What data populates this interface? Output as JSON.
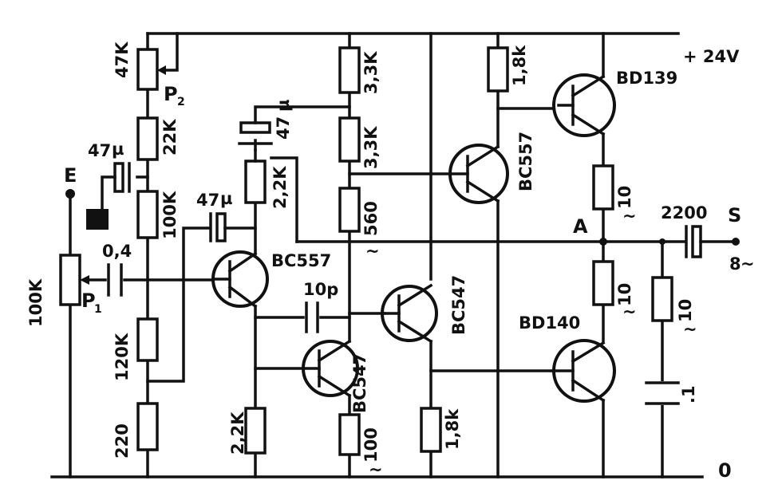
{
  "supply": "+ 24V",
  "ground": "0",
  "input": "E",
  "output": "S",
  "output_impedance": "8",
  "node_a": "A",
  "transistors": {
    "q1": "BC557",
    "q2": "BC547",
    "q3": "BC547",
    "q4": "BC557",
    "q5": "BD139",
    "q6": "BD140"
  },
  "resistors": {
    "r_47k": "47K",
    "r_22k": "22K",
    "r_100k_bias": "100K",
    "r_120k": "120K",
    "r_220": "220",
    "r_100k_input": "100K",
    "r_2k2_a": "2,2K",
    "r_2k2_b": "2,2K",
    "r_3k3_a": "3,3K",
    "r_3k3_b": "3,3K",
    "r_560": "560",
    "r_100_emitter": "100",
    "r_1k8_top": "1,8k",
    "r_1k8_bottom": "1,8k",
    "r_10_top": "10",
    "r_10_mid": "10",
    "r_10_zobel": "10"
  },
  "capacitors": {
    "c_input": "0,4",
    "c_47_a": "47",
    "c_47_b": "47",
    "c_47_c": "47",
    "c_10p": "10p",
    "c_2200": "2200",
    "c_q1": ".1"
  },
  "pots": {
    "p1": "P",
    "p1_sub": "1",
    "p2": "P",
    "p2_sub": "2"
  },
  "symbols": {
    "ohm": "~",
    "micro": "µ"
  }
}
